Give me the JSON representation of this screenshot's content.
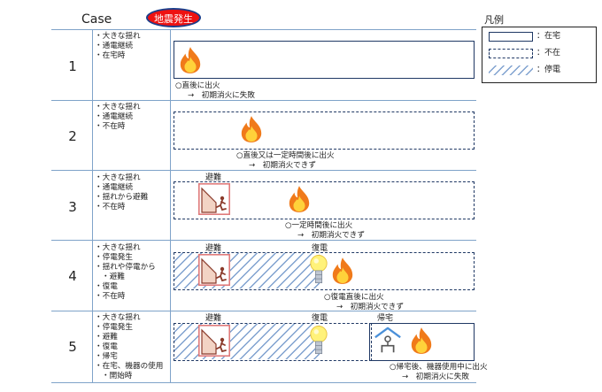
{
  "header": {
    "case_label": "Case",
    "earthquake_badge": "地震発生"
  },
  "legend": {
    "title": "凡例",
    "items": [
      {
        "style": "solid",
        "label": "：在宅"
      },
      {
        "style": "dashed",
        "label": "：不在"
      },
      {
        "style": "hatched",
        "label": "：停電"
      }
    ]
  },
  "labels": {
    "evacuation": "避難",
    "power_restored": "復電",
    "return_home": "帰宅"
  },
  "cases": [
    {
      "number": "1",
      "conditions": [
        "大きな揺れ",
        "通電継続",
        "在宅時"
      ],
      "note_line1": "○直後に出火",
      "note_line2": "→　初期消火に失敗"
    },
    {
      "number": "2",
      "conditions": [
        "大きな揺れ",
        "通電継続",
        "不在時"
      ],
      "note_line1": "○直後又は一定時間後に出火",
      "note_line2": "→　初期消火できず"
    },
    {
      "number": "3",
      "conditions": [
        "大きな揺れ",
        "通電継続",
        "揺れから避難",
        "不在時"
      ],
      "note_line1": "○一定時間後に出火",
      "note_line2": "→　初期消火できず"
    },
    {
      "number": "4",
      "conditions": [
        "大きな揺れ",
        "停電発生",
        "揺れや停電から",
        "避難",
        "復電",
        "不在時"
      ],
      "note_line1": "○復電直後に出火",
      "note_line2": "→　初期消火できず"
    },
    {
      "number": "5",
      "conditions": [
        "大きな揺れ",
        "停電発生",
        "避難",
        "復電",
        "帰宅",
        "在宅、機器の使用",
        "開始時"
      ],
      "note_line1": "○帰宅後、機器使用中に出火",
      "note_line2": "→　初期消火に失敗"
    }
  ],
  "colors": {
    "line": "#7fa3c9",
    "frame": "#1f3864",
    "hatch": "#7fa1cf",
    "fire": "#f07a1a",
    "badge": "#e11111"
  }
}
